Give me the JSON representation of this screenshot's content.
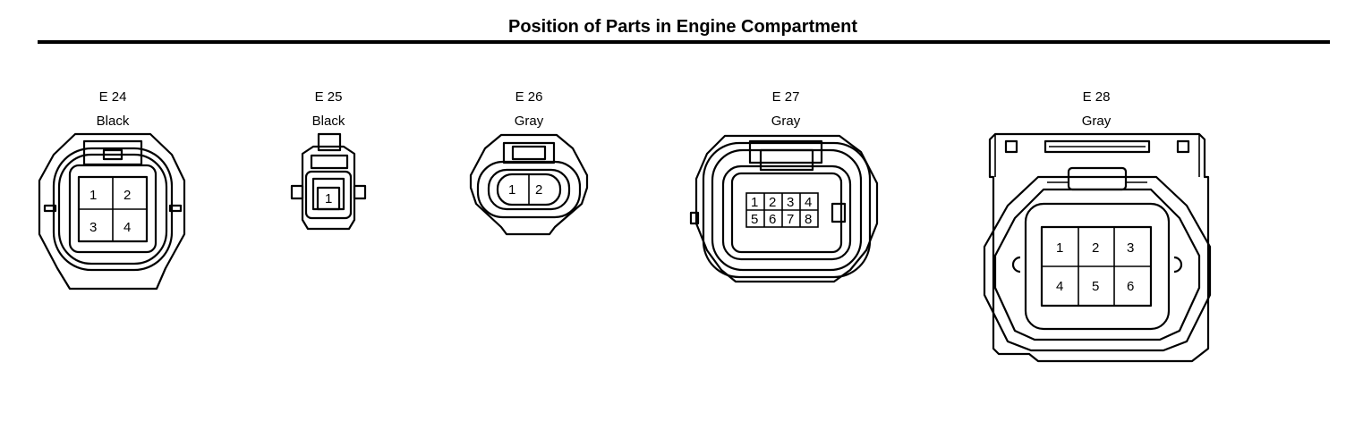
{
  "title": "Position of Parts in Engine Compartment",
  "connectors": [
    {
      "code": "E 24",
      "color": "Black",
      "pins": [
        "1",
        "2",
        "3",
        "4"
      ]
    },
    {
      "code": "E 25",
      "color": "Black",
      "pins": [
        "1"
      ]
    },
    {
      "code": "E 26",
      "color": "Gray",
      "pins": [
        "1",
        "2"
      ]
    },
    {
      "code": "E 27",
      "color": "Gray",
      "pins": [
        "1",
        "2",
        "3",
        "4",
        "5",
        "6",
        "7",
        "8"
      ]
    },
    {
      "code": "E 28",
      "color": "Gray",
      "pins": [
        "1",
        "2",
        "3",
        "4",
        "5",
        "6"
      ]
    }
  ]
}
